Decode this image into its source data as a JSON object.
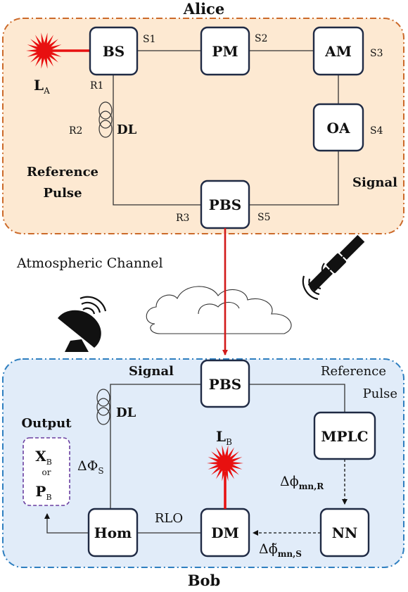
{
  "colors": {
    "alice_fill": "#fde9d2",
    "alice_border": "#cc6a2a",
    "bob_fill": "#e1ecf9",
    "bob_border": "#2f7fc0",
    "laser": "#e81010",
    "channel_line": "#d21a1a",
    "box_border": "#1f2a44",
    "output_border": "#6a3fa0"
  },
  "alice": {
    "title": "Alice",
    "laser_label": "L",
    "laser_sub": "A",
    "boxes": {
      "bs": "BS",
      "pm": "PM",
      "am": "AM",
      "oa": "OA",
      "pbs": "PBS"
    },
    "ports": {
      "s1": "S1",
      "s2": "S2",
      "s3": "S3",
      "s4": "S4",
      "s5": "S5",
      "r1": "R1",
      "r2": "R2",
      "r3": "R3"
    },
    "dl_label": "DL",
    "reference_line1": "Reference",
    "reference_line2": "Pulse",
    "signal_label": "Signal"
  },
  "channel": {
    "label": "Atmospheric Channel"
  },
  "bob": {
    "title": "Bob",
    "boxes": {
      "pbs": "PBS",
      "mplc": "MPLC",
      "nn": "NN",
      "dm": "DM",
      "hom": "Hom"
    },
    "signal_label": "Signal",
    "reference_line1": "Reference",
    "reference_line2": "Pulse",
    "dl_label": "DL",
    "laser_label": "L",
    "laser_sub": "B",
    "output_label": "Output",
    "output_x": "X",
    "output_x_sub": "B",
    "output_or": "or",
    "output_p": "P",
    "output_p_sub": "B",
    "delta_phi_s": "ΔΦ",
    "delta_phi_s_sub": "S",
    "delta_phi_r": "Δϕ",
    "delta_phi_r_sub": "mn,R",
    "delta_phi_tilde": "Δϕ̃",
    "delta_phi_tilde_sub": "mn,S",
    "rlo_label": "RLO"
  },
  "icons": [
    "laser-icon",
    "satellite-icon",
    "dish-antenna-icon",
    "cloud-icon",
    "delay-line-coil-icon",
    "arrow-icon"
  ]
}
